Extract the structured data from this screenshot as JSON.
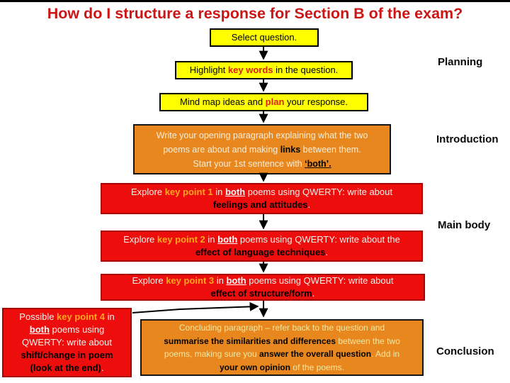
{
  "title": "How do I structure a response for Section B of the exam?",
  "colors": {
    "title-red": "#cc1515",
    "yellow": "#ffff00",
    "orange": "#e8871e",
    "red": "#ee0d0d",
    "red-border": "#a80000",
    "em-red": "#dd2211",
    "em-orange": "#ffa81c",
    "pale": "#f8eedb",
    "pale-yellow": "#efe9a6",
    "white-text": "#f4f1ea"
  },
  "stage_labels": {
    "planning": "Planning",
    "introduction": "Introduction",
    "main_body": "Main body",
    "conclusion": "Conclusion"
  },
  "nodes": {
    "select_question": {
      "segments": [
        {
          "t": "Select question.",
          "s": "black"
        }
      ]
    },
    "highlight_key_words": {
      "segments": [
        {
          "t": "Highlight ",
          "s": "black"
        },
        {
          "t": "key words",
          "s": "em-red"
        },
        {
          "t": " in the question.",
          "s": "black"
        }
      ]
    },
    "mind_map": {
      "segments": [
        {
          "t": "Mind map ideas and ",
          "s": "black"
        },
        {
          "t": "plan",
          "s": "em-red"
        },
        {
          "t": " your response.",
          "s": "black"
        }
      ]
    },
    "introduction": {
      "segments": [
        {
          "t": "Write your opening paragraph explaining what the two",
          "s": "pale"
        },
        {
          "br": true
        },
        {
          "t": "poems are about and making ",
          "s": "pale"
        },
        {
          "t": "links",
          "s": "black-b"
        },
        {
          "t": " between them. ",
          "s": "pale"
        },
        {
          "br": true
        },
        {
          "t": "Start your 1st sentence with ",
          "s": "pale"
        },
        {
          "t": "‘both’.",
          "s": "black-bu"
        }
      ]
    },
    "key_point_1": {
      "segments": [
        {
          "t": "Explore ",
          "s": "white"
        },
        {
          "t": "key point 1",
          "s": "orange-b"
        },
        {
          "t": " in ",
          "s": "white"
        },
        {
          "t": "both",
          "s": "white-bu"
        },
        {
          "t": " poems using QWERTY: write about",
          "s": "white"
        },
        {
          "br": true
        },
        {
          "t": "feelings and attitudes",
          "s": "black-b"
        },
        {
          "t": ".",
          "s": "white"
        }
      ]
    },
    "key_point_2": {
      "segments": [
        {
          "t": "Explore ",
          "s": "white"
        },
        {
          "t": "key point 2",
          "s": "orange-b"
        },
        {
          "t": " in ",
          "s": "white"
        },
        {
          "t": "both",
          "s": "white-bu"
        },
        {
          "t": " poems using QWERTY: write about the",
          "s": "white"
        },
        {
          "br": true
        },
        {
          "t": "effect of language techniques",
          "s": "black-b"
        },
        {
          "t": ".",
          "s": "white"
        }
      ]
    },
    "key_point_3": {
      "segments": [
        {
          "t": "Explore ",
          "s": "white"
        },
        {
          "t": "key point 3",
          "s": "orange-b"
        },
        {
          "t": " in ",
          "s": "white"
        },
        {
          "t": "both",
          "s": "white-bu"
        },
        {
          "t": " poems using QWERTY: write about",
          "s": "white"
        },
        {
          "br": true
        },
        {
          "t": "effect of structure/form",
          "s": "black-b"
        },
        {
          "t": ".",
          "s": "white"
        }
      ]
    },
    "key_point_4": {
      "segments": [
        {
          "t": "Possible ",
          "s": "white"
        },
        {
          "t": "key point 4",
          "s": "orange-b"
        },
        {
          "t": " in",
          "s": "white"
        },
        {
          "br": true
        },
        {
          "t": "both",
          "s": "white-bu"
        },
        {
          "t": " poems using",
          "s": "white"
        },
        {
          "br": true
        },
        {
          "t": "QWERTY: write about",
          "s": "white"
        },
        {
          "br": true
        },
        {
          "t": "shift/change in poem",
          "s": "black-b"
        },
        {
          "br": true
        },
        {
          "t": "(look at the end)",
          "s": "black-b"
        },
        {
          "t": ".",
          "s": "white"
        }
      ]
    },
    "conclusion": {
      "segments": [
        {
          "t": "Concluding paragraph – refer back to the question and",
          "s": "pale-y"
        },
        {
          "br": true
        },
        {
          "t": "summarise the similarities and differences",
          "s": "black-b"
        },
        {
          "t": " between the two",
          "s": "pale-y"
        },
        {
          "br": true
        },
        {
          "t": "poems, making sure you ",
          "s": "pale-y"
        },
        {
          "t": "answer the overall question",
          "s": "black-b"
        },
        {
          "t": ". Add in",
          "s": "pale-y"
        },
        {
          "br": true
        },
        {
          "t": "your own opinion",
          "s": "black-b"
        },
        {
          "t": " of the poems.",
          "s": "pale-y"
        }
      ]
    }
  }
}
